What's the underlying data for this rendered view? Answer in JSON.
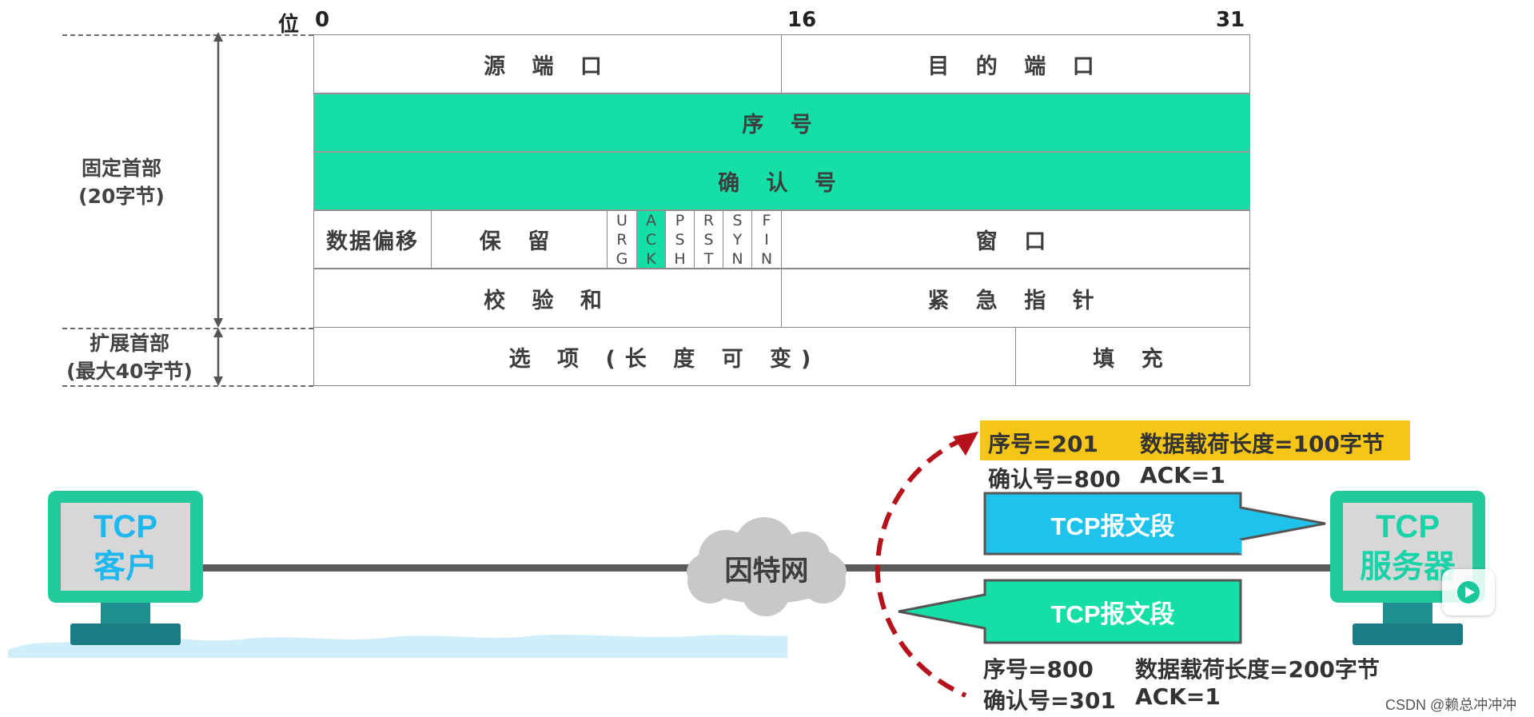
{
  "header": {
    "bits_label": "位",
    "bit_0": "0",
    "bit_16": "16",
    "bit_31": "31"
  },
  "side": {
    "fixed_line1": "固定首部",
    "fixed_line2": "(20字节)",
    "ext_line1": "扩展首部",
    "ext_line2": "(最大40字节)"
  },
  "fields": {
    "src_port": "源 端 口",
    "dst_port": "目 的 端 口",
    "seq": "序 号",
    "ack_num": "确 认 号",
    "data_offset": "数据偏移",
    "reserved": "保 留",
    "window": "窗 口",
    "checksum": "校 验 和",
    "urgent_ptr": "紧 急 指 针",
    "options": "选 项 (长 度 可 变)",
    "padding": "填 充"
  },
  "flags": [
    {
      "l1": "U",
      "l2": "R",
      "l3": "G"
    },
    {
      "l1": "A",
      "l2": "C",
      "l3": "K"
    },
    {
      "l1": "P",
      "l2": "S",
      "l3": "H"
    },
    {
      "l1": "R",
      "l2": "S",
      "l3": "T"
    },
    {
      "l1": "S",
      "l2": "Y",
      "l3": "N"
    },
    {
      "l1": "F",
      "l2": "I",
      "l3": "N"
    }
  ],
  "client": {
    "line1": "TCP",
    "line2": "客户"
  },
  "server": {
    "line1": "TCP",
    "line2": "服务器"
  },
  "internet": "因特网",
  "segment_to_server": {
    "label": "TCP报文段",
    "seq": "序号=201",
    "payload": "数据载荷长度=100字节",
    "ack_num": "确认号=800",
    "ack_flag": "ACK=1"
  },
  "segment_to_client": {
    "label": "TCP报文段",
    "seq": "序号=800",
    "payload": "数据载荷长度=200字节",
    "ack_num": "确认号=301",
    "ack_flag": "ACK=1"
  },
  "watermark": "CSDN @赖总冲冲冲",
  "colors": {
    "green": "#16dea7",
    "blue": "#1ec2ea",
    "highlight": "#f5c518",
    "dashed_arrow": "#b5121b",
    "monitor_frame": "#20c99a",
    "monitor_text_client": "#1fb8ee",
    "monitor_text_server": "#19d3a8"
  }
}
